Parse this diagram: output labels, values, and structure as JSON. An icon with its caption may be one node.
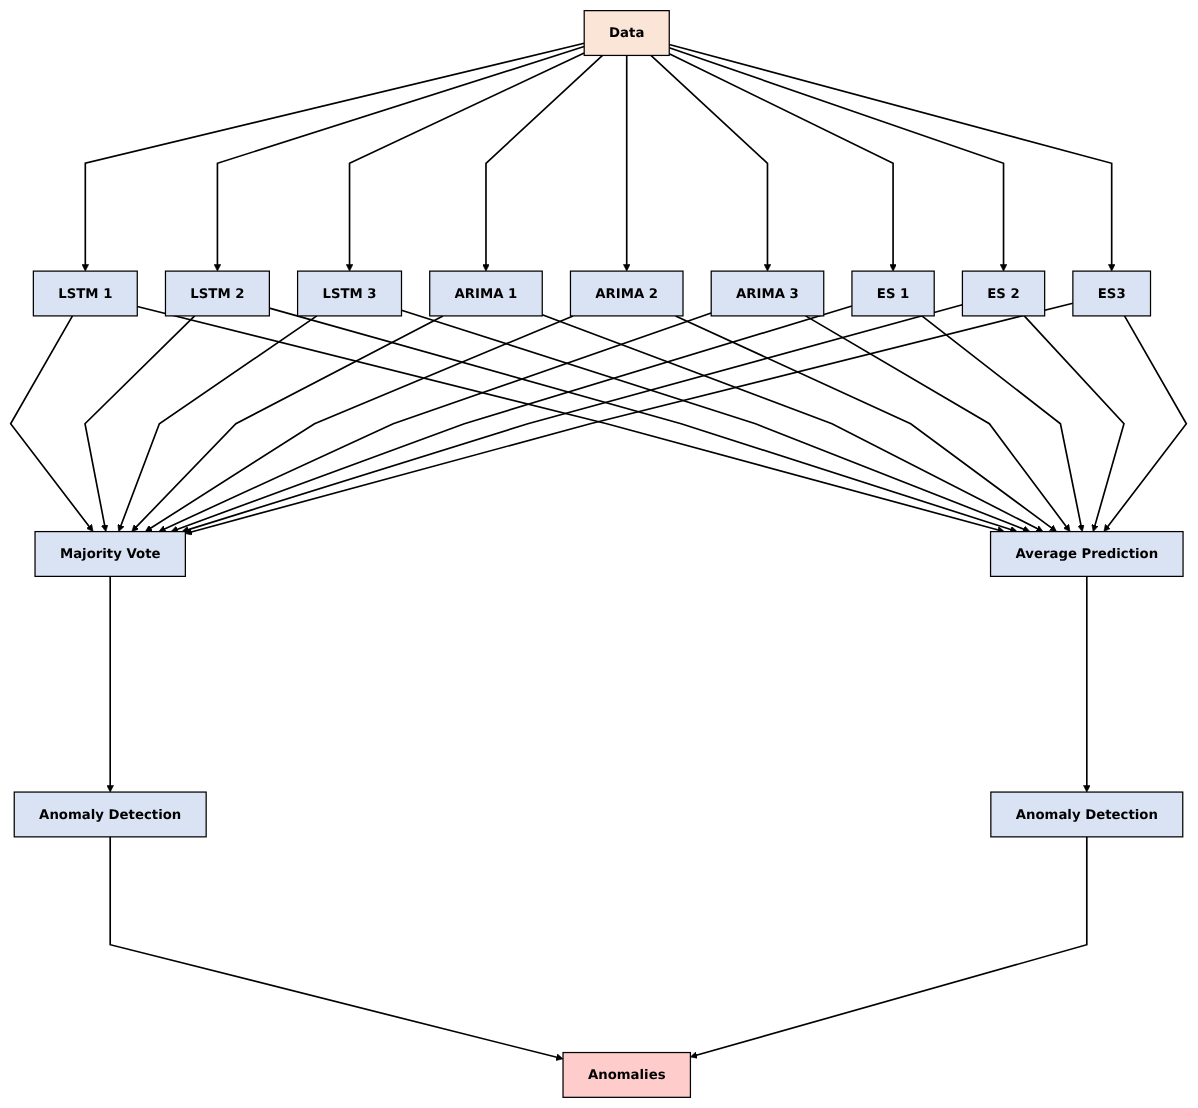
{
  "diagram": {
    "nodes": [
      {
        "text": [
          "Data"
        ]
      },
      {
        "text": [
          "LSTM 1"
        ]
      },
      {
        "text": [
          "LSTM 2"
        ]
      },
      {
        "text": [
          "LSTM 3"
        ]
      },
      {
        "text": [
          "ARIMA 1"
        ]
      },
      {
        "text": [
          "ARIMA 2"
        ]
      },
      {
        "text": [
          "ARIMA 3"
        ]
      },
      {
        "text": [
          "ES 1"
        ]
      },
      {
        "text": [
          "ES 2"
        ]
      },
      {
        "text": [
          "ES3"
        ]
      },
      {
        "text": [
          "Majority Vote"
        ]
      },
      {
        "text": [
          "Average Prediction"
        ]
      },
      {
        "text": [
          "Anomaly Detection"
        ]
      },
      {
        "text": [
          "Anomaly Detection"
        ]
      },
      {
        "text": [
          "Anomalies"
        ]
      }
    ],
    "edges": [
      {
        "from": 0,
        "to": 1,
        "arrow": "to"
      },
      {
        "from": 0,
        "to": 2,
        "arrow": "to"
      },
      {
        "from": 0,
        "to": 3,
        "arrow": "to"
      },
      {
        "from": 0,
        "to": 4,
        "arrow": "to"
      },
      {
        "from": 0,
        "to": 5,
        "arrow": "to"
      },
      {
        "from": 0,
        "to": 6,
        "arrow": "to"
      },
      {
        "from": 0,
        "to": 7,
        "arrow": "to"
      },
      {
        "from": 0,
        "to": 8,
        "arrow": "to"
      },
      {
        "from": 0,
        "to": 9,
        "arrow": "to"
      },
      {
        "from": 1,
        "to": 10,
        "arrow": "to"
      },
      {
        "from": 1,
        "to": 11,
        "arrow": "to"
      },
      {
        "from": 2,
        "to": 10,
        "arrow": "to"
      },
      {
        "from": 2,
        "to": 11,
        "arrow": "to"
      },
      {
        "from": 3,
        "to": 10,
        "arrow": "to"
      },
      {
        "from": 3,
        "to": 11,
        "arrow": "to"
      },
      {
        "from": 4,
        "to": 10,
        "arrow": "to"
      },
      {
        "from": 4,
        "to": 11,
        "arrow": "to"
      },
      {
        "from": 5,
        "to": 10,
        "arrow": "to"
      },
      {
        "from": 5,
        "to": 11,
        "arrow": "to"
      },
      {
        "from": 6,
        "to": 10,
        "arrow": "to"
      },
      {
        "from": 6,
        "to": 11,
        "arrow": "to"
      },
      {
        "from": 7,
        "to": 10,
        "arrow": "to"
      },
      {
        "from": 7,
        "to": 11,
        "arrow": "to"
      },
      {
        "from": 8,
        "to": 10,
        "arrow": "to"
      },
      {
        "from": 8,
        "to": 11,
        "arrow": "to"
      },
      {
        "from": 9,
        "to": 10,
        "arrow": "to"
      },
      {
        "from": 9,
        "to": 11,
        "arrow": "to"
      },
      {
        "from": 10,
        "to": 12,
        "arrow": "to"
      },
      {
        "from": 11,
        "to": 13,
        "arrow": "to"
      },
      {
        "from": 12,
        "to": 14,
        "arrow": "to"
      },
      {
        "from": 13,
        "to": 14,
        "arrow": "to"
      }
    ]
  }
}
